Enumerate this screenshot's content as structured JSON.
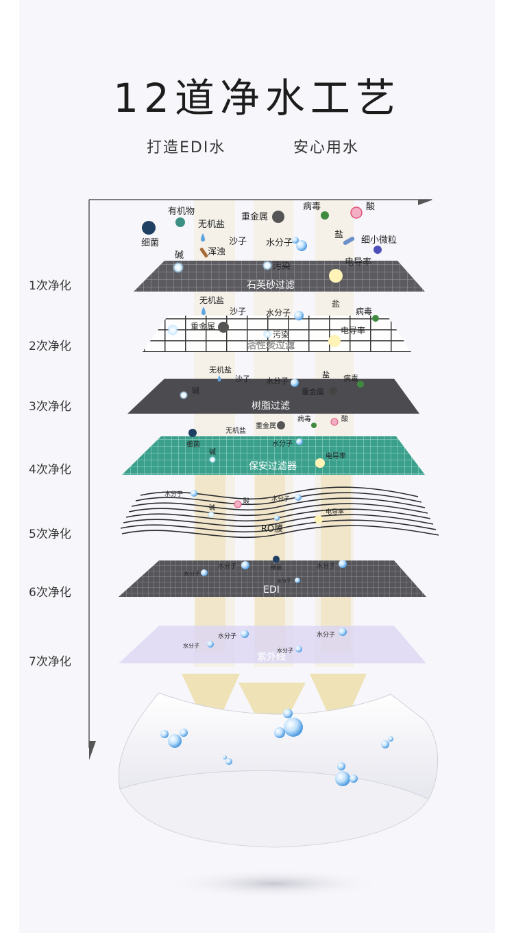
{
  "header": {
    "title": "12道净水工艺",
    "subtitle_left": "打造EDI水",
    "subtitle_right": "安心用水"
  },
  "stages": [
    {
      "label": "1次净化",
      "layer": "石英砂过滤"
    },
    {
      "label": "2次净化",
      "layer": "活性炭过滤"
    },
    {
      "label": "3次净化",
      "layer": "树脂过滤"
    },
    {
      "label": "4次净化",
      "layer": "保安过滤器"
    },
    {
      "label": "5次净化",
      "layer": "RO膜"
    },
    {
      "label": "6次净化",
      "layer": "EDI"
    },
    {
      "label": "7次净化",
      "layer": "紫外线"
    }
  ],
  "particles": {
    "top": [
      "有机物",
      "细菌",
      "无机盐",
      "碱",
      "浑浊",
      "沙子",
      "重金属",
      "水分子",
      "病毒",
      "酸",
      "盐",
      "细小微粒",
      "污染",
      "电导率"
    ],
    "l2": [
      "无机盐",
      "重金属",
      "沙子",
      "水分子",
      "盐",
      "病毒",
      "污染",
      "电导率"
    ],
    "l3": [
      "无机盐",
      "碱",
      "沙子",
      "水分子",
      "盐",
      "病毒",
      "重金属"
    ],
    "l4": [
      "细菌",
      "无机盐",
      "碱",
      "重金属",
      "病毒",
      "酸",
      "水分子",
      "电导率"
    ],
    "l5": [
      "水分子",
      "碱",
      "酸",
      "水分子",
      "电导率"
    ],
    "l6": [
      "水分子",
      "水分子",
      "细菌",
      "水分子",
      "水分子"
    ],
    "l7": [
      "水分子",
      "水分子",
      "水分子",
      "水分子"
    ]
  },
  "colors": {
    "mesh_dark": "#4a4a4e",
    "mesh_teal": "#2f9a86",
    "uv": "#d8d4f2",
    "beam": "#f2e6bd",
    "water_drop": "#6fb2ea"
  }
}
